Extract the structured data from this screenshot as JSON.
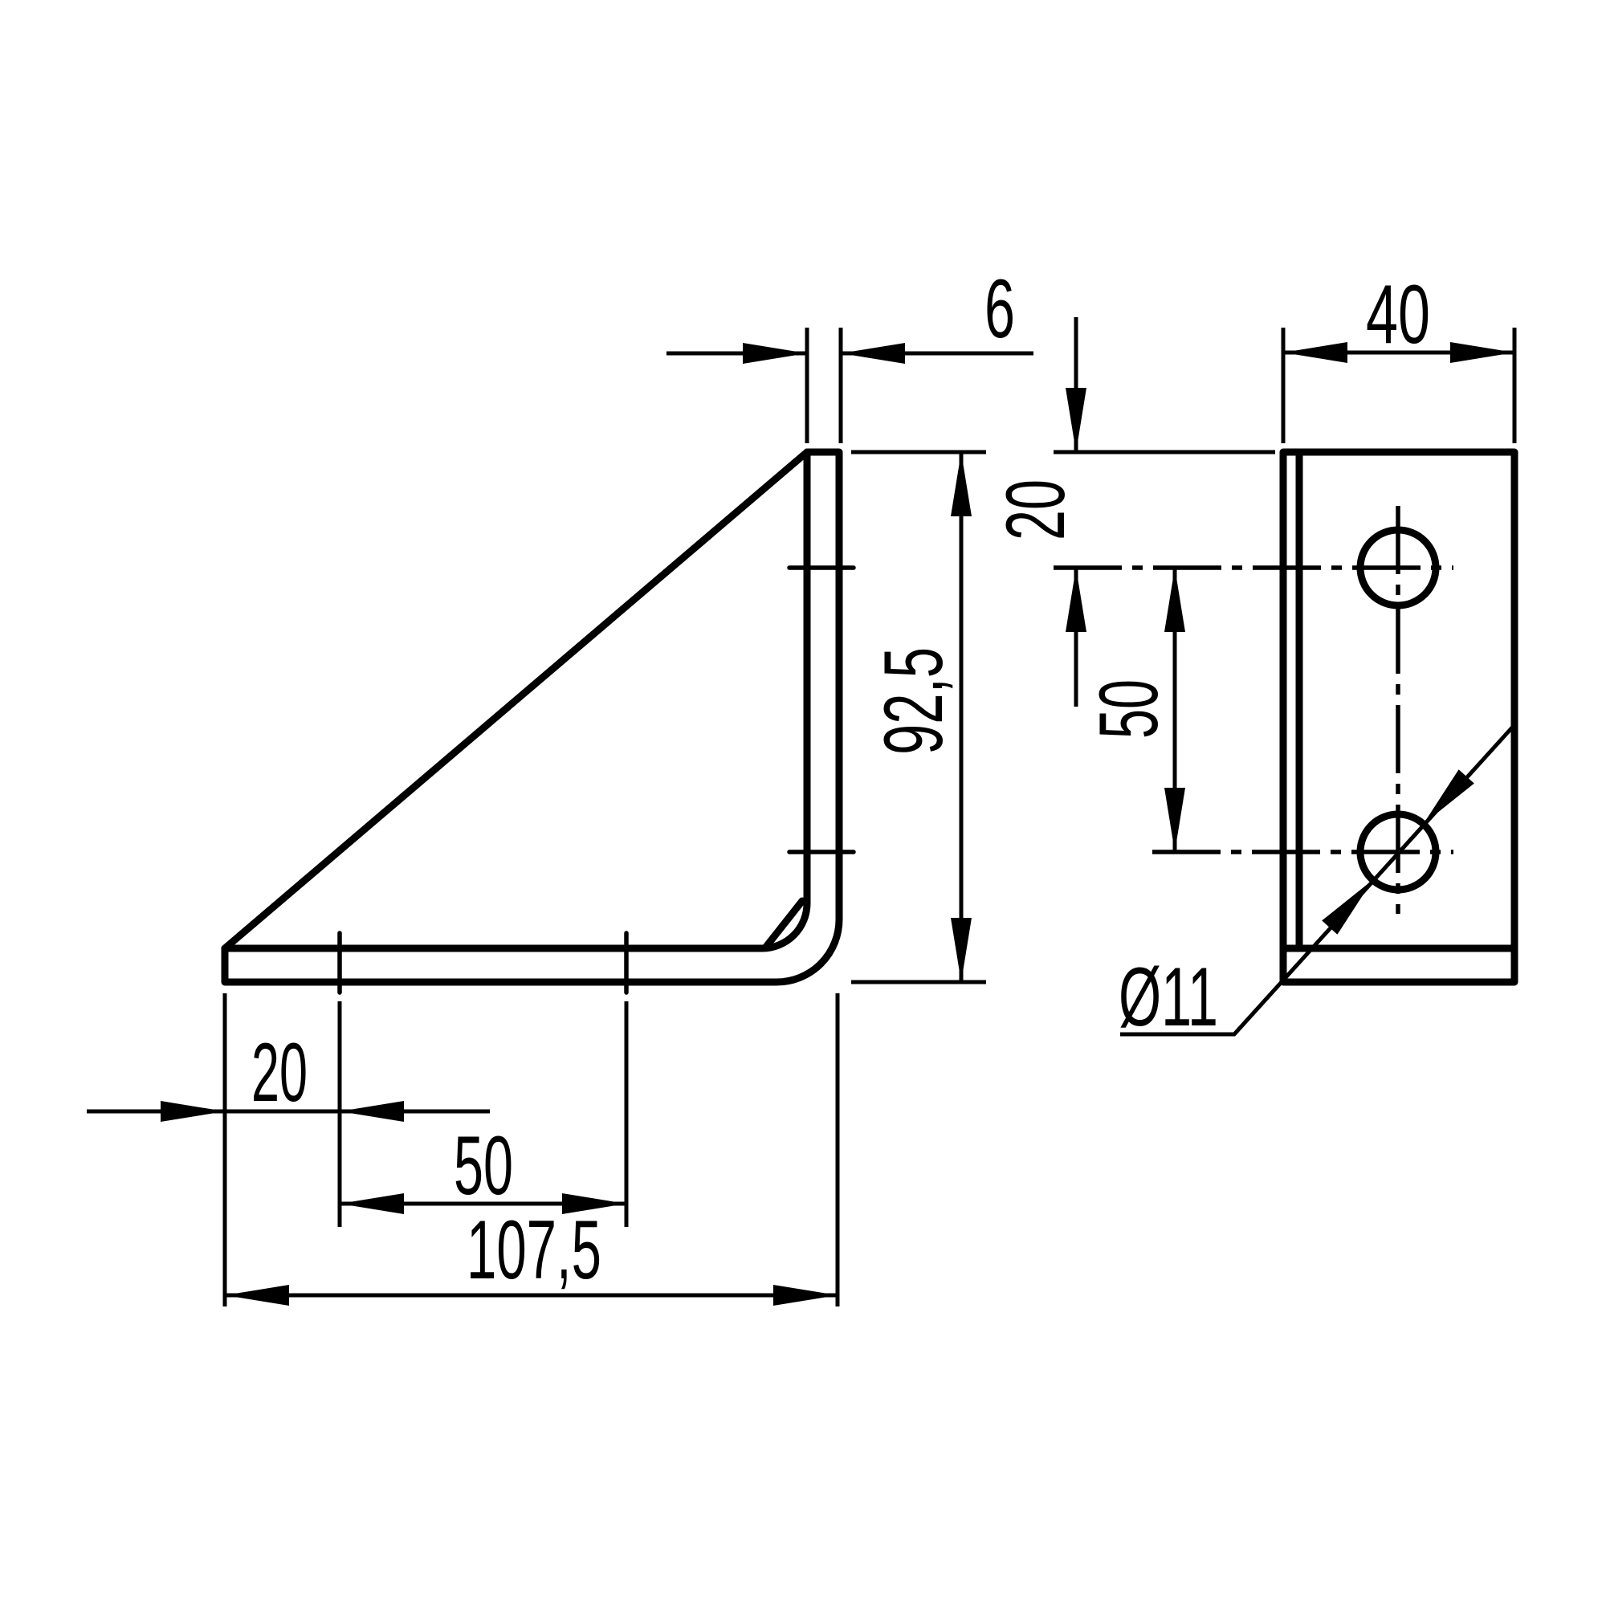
{
  "drawing": {
    "type": "engineering-two-view",
    "part": "gusseted angle bracket",
    "background_color": "#ffffff",
    "line_color": "#000000",
    "views": {
      "side": {
        "label": "side-view",
        "dims": {
          "thickness": "6",
          "height": "92,5",
          "hole_offset": "20",
          "hole_spacing": "50",
          "length": "107,5"
        }
      },
      "front": {
        "label": "front-view",
        "dims": {
          "width": "40",
          "hole_offset_top": "20",
          "hole_spacing": "50",
          "hole_diameter": "Ø11"
        }
      }
    }
  }
}
